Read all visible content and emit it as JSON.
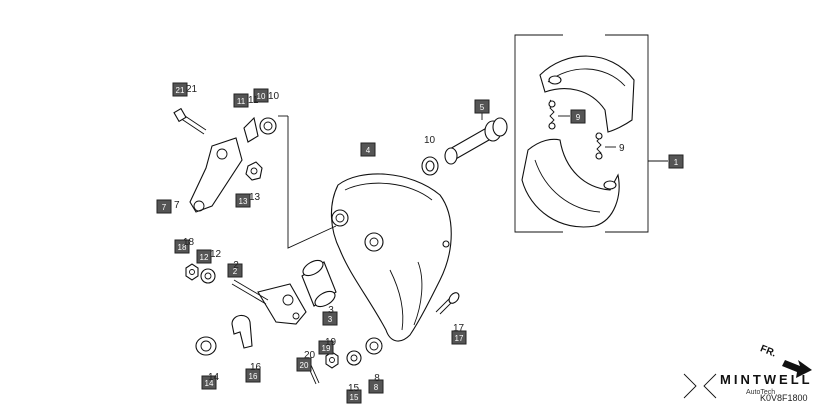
{
  "labels": [
    {
      "id": "callout-1",
      "box": "1"
    },
    {
      "id": "callout-2",
      "box": "2",
      "num": "2"
    },
    {
      "id": "callout-3",
      "box": "3",
      "num": "3"
    },
    {
      "id": "callout-4",
      "box": "4"
    },
    {
      "id": "callout-5",
      "box": "5"
    },
    {
      "id": "callout-7",
      "box": "7",
      "num": "7"
    },
    {
      "id": "callout-8",
      "box": "8",
      "num": "8"
    },
    {
      "id": "callout-9a",
      "box": "9"
    },
    {
      "id": "callout-9b",
      "num": "9"
    },
    {
      "id": "callout-10a",
      "box": "10",
      "num": "10"
    },
    {
      "id": "callout-10b",
      "num": "10"
    },
    {
      "id": "callout-11",
      "box": "11",
      "num": "11"
    },
    {
      "id": "callout-12",
      "box": "12",
      "num": "12"
    },
    {
      "id": "callout-13",
      "box": "13",
      "num": "13"
    },
    {
      "id": "callout-14",
      "box": "14",
      "num": "14"
    },
    {
      "id": "callout-15",
      "box": "15",
      "num": "15"
    },
    {
      "id": "callout-16",
      "box": "16",
      "num": "16"
    },
    {
      "id": "callout-17",
      "box": "17",
      "num": "17"
    },
    {
      "id": "callout-18",
      "box": "18",
      "num": "18"
    },
    {
      "id": "callout-19",
      "box": "19",
      "num": "19"
    },
    {
      "id": "callout-20",
      "box": "20",
      "num": "20"
    },
    {
      "id": "callout-21",
      "box": "21",
      "num": "21"
    }
  ],
  "footer": {
    "direction": "FR.",
    "brand": "MINTWELL",
    "brand_sub": "AutoTech",
    "diagram_code": "K0V8F1800"
  }
}
